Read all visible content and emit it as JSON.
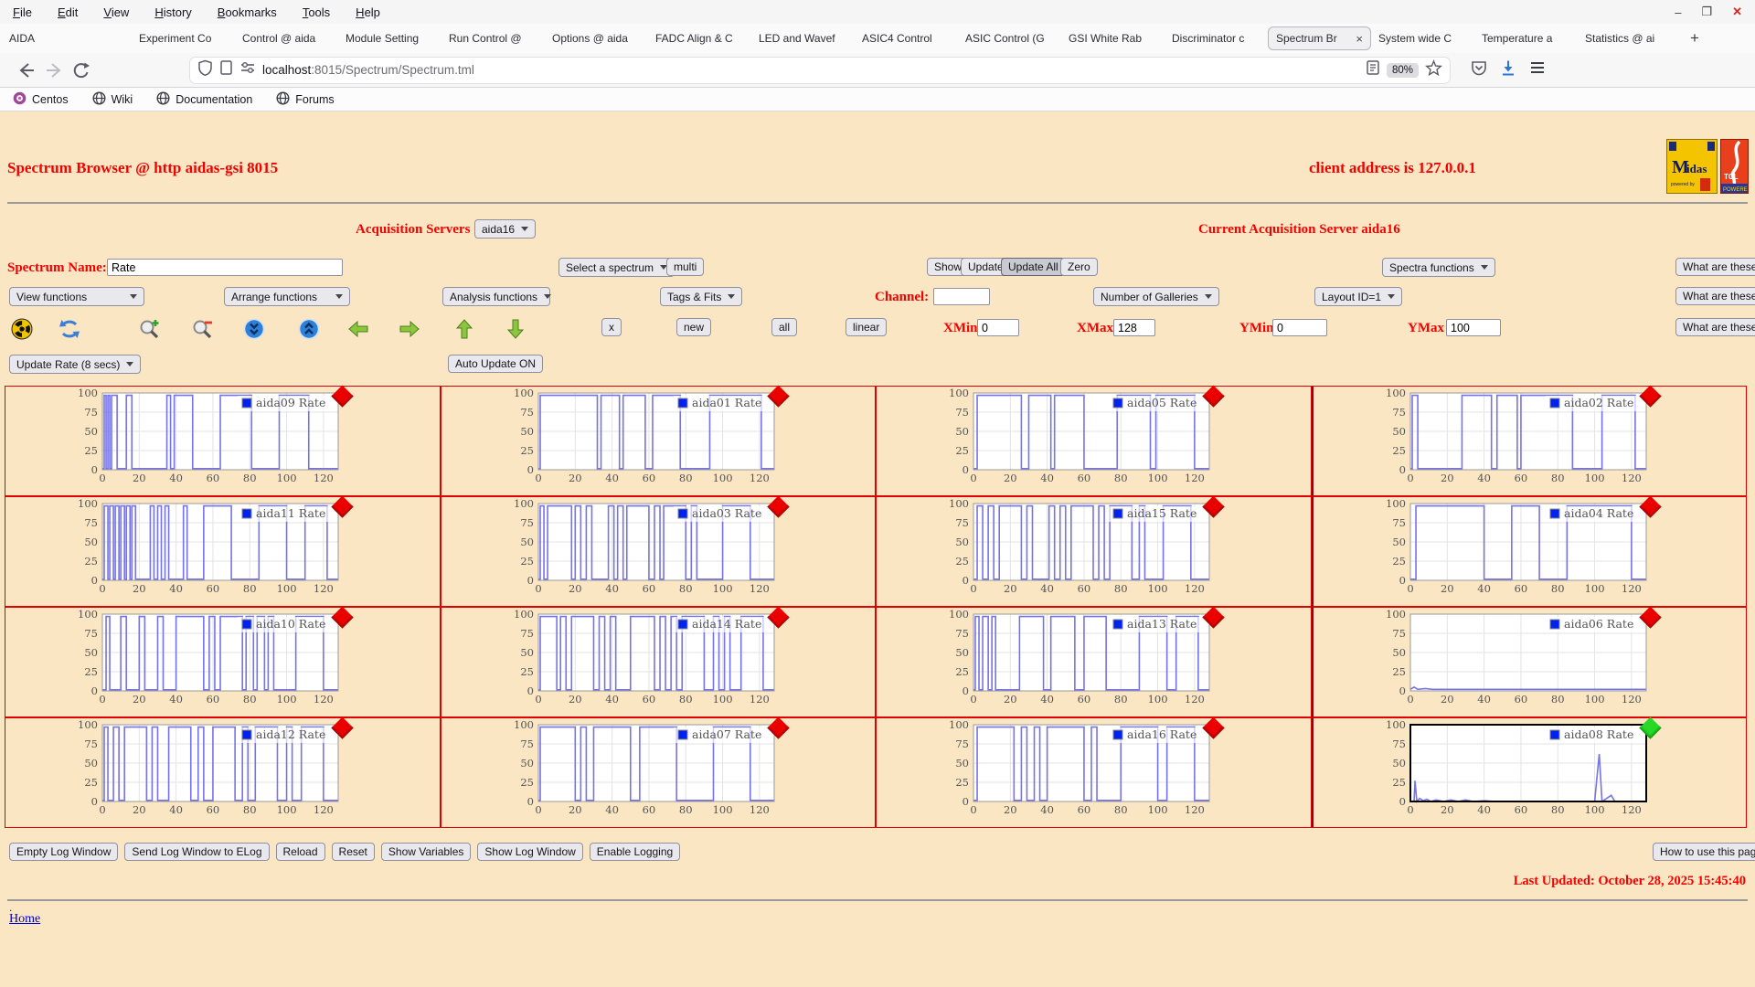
{
  "window": {
    "menus": [
      "File",
      "Edit",
      "View",
      "History",
      "Bookmarks",
      "Tools",
      "Help"
    ],
    "controls": {
      "minimize": "–",
      "restore": "❐",
      "close": "✕"
    }
  },
  "tabs": {
    "items": [
      "AIDA",
      "Experiment Co",
      "Control @ aida",
      "Module Setting",
      "Run Control @",
      "Options @ aida",
      "FADC Align & C",
      "LED and Wavef",
      "ASIC4 Control",
      "ASIC Control (G",
      "GSI White Rab",
      "Discriminator c",
      "Spectrum Br",
      "System wide C",
      "Temperature a",
      "Statistics @ ai"
    ],
    "active_index": 12,
    "close_glyph": "×",
    "new_tab": "+"
  },
  "nav": {
    "url_host": "localhost",
    "url_rest": ":8015/Spectrum/Spectrum.tml",
    "zoom_level": "80%"
  },
  "bookmarks": [
    {
      "label": "Centos",
      "icon": "centos"
    },
    {
      "label": "Wiki",
      "icon": "globe"
    },
    {
      "label": "Documentation",
      "icon": "globe"
    },
    {
      "label": "Forums",
      "icon": "globe"
    }
  ],
  "page": {
    "title": "Spectrum Browser @ http aidas-gsi 8015",
    "client_address": "client address is 127.0.0.1",
    "acq_servers_label": "Acquisition Servers",
    "acq_server_selected": "aida16",
    "current_server": "Current Acquisition Server aida16",
    "spectrum_name_label": "Spectrum Name:",
    "spectrum_name_value": "Rate",
    "select_spectrum": "Select a spectrum",
    "multi": "multi",
    "show": "Show",
    "update": "Update",
    "update_all": "Update All",
    "zero": "Zero",
    "spectra_functions": "Spectra functions",
    "what_are_these": "What are these?",
    "view_functions": "View functions",
    "arrange_functions": "Arrange functions",
    "analysis_functions": "Analysis functions",
    "tags_fits": "Tags & Fits",
    "channel_label": "Channel:",
    "channel_value": "",
    "number_of_galleries": "Number of Galleries",
    "layout_id": "Layout ID=1",
    "x_btn": "x",
    "new_btn": "new",
    "all_btn": "all",
    "linear_btn": "linear",
    "xmin_label": "XMin",
    "xmin_value": "0",
    "xmax_label": "XMax",
    "xmax_value": "128",
    "ymin_label": "YMin",
    "ymin_value": "0",
    "ymax_label": "YMax",
    "ymax_value": "100",
    "update_rate": "Update Rate (8 secs)",
    "auto_update": "Auto Update ON",
    "log_buttons": [
      "Empty Log Window",
      "Send Log Window to ELog",
      "Reload",
      "Reset",
      "Show Variables",
      "Show Log Window",
      "Enable Logging"
    ],
    "how_to": "How to use this page",
    "last_updated": "Last Updated: October 28, 2025 15:45:40",
    "dot": ".",
    "home": "Home",
    "logos": {
      "midas": "Midas",
      "tcl": "TCL",
      "tcl_sub": "POWERED"
    }
  },
  "icons": [
    "radiation-icon",
    "refresh-icon",
    "zoom-in-icon",
    "zoom-out-icon",
    "collapse-icon",
    "expand-icon",
    "arrow-left-icon",
    "arrow-right-icon",
    "arrow-up-icon",
    "arrow-down-icon"
  ],
  "chart_data": {
    "type": "line",
    "x_ticks": [
      0,
      20,
      40,
      60,
      80,
      100,
      120
    ],
    "y_ticks": [
      0,
      25,
      50,
      75,
      100
    ],
    "xlim": [
      0,
      128
    ],
    "ylim": [
      0,
      100
    ],
    "line_color": "#7673e8",
    "legend_suffix": " Rate",
    "high_value": 97,
    "low_value": 1.5,
    "charts": [
      {
        "name": "aida09",
        "marker": "red",
        "style": "square",
        "high": [
          [
            1,
            2
          ],
          [
            3,
            4
          ],
          [
            5,
            8
          ],
          [
            13,
            16
          ],
          [
            35,
            37
          ],
          [
            39,
            49
          ],
          [
            64,
            81
          ],
          [
            96,
            112
          ]
        ]
      },
      {
        "name": "aida01",
        "marker": "red",
        "style": "square",
        "high": [
          [
            1,
            32
          ],
          [
            34,
            44
          ],
          [
            46,
            58
          ],
          [
            62,
            77
          ],
          [
            93,
            121
          ]
        ]
      },
      {
        "name": "aida05",
        "marker": "red",
        "style": "square",
        "high": [
          [
            2,
            26
          ],
          [
            30,
            42
          ],
          [
            44,
            60
          ],
          [
            78,
            96
          ],
          [
            99,
            120
          ]
        ]
      },
      {
        "name": "aida02",
        "marker": "red",
        "style": "square",
        "high": [
          [
            1,
            4
          ],
          [
            28,
            44
          ],
          [
            47,
            58
          ],
          [
            60,
            88
          ],
          [
            104,
            122
          ]
        ]
      },
      {
        "name": "aida11",
        "marker": "red",
        "style": "square",
        "high": [
          [
            1,
            3
          ],
          [
            4,
            6
          ],
          [
            7,
            9
          ],
          [
            10,
            12
          ],
          [
            13,
            15
          ],
          [
            16,
            18
          ],
          [
            26,
            28
          ],
          [
            30,
            32
          ],
          [
            34,
            36
          ],
          [
            44,
            46
          ],
          [
            55,
            70
          ],
          [
            85,
            100
          ],
          [
            110,
            122
          ]
        ]
      },
      {
        "name": "aida03",
        "marker": "red",
        "style": "square",
        "high": [
          [
            1,
            3
          ],
          [
            5,
            18
          ],
          [
            20,
            23
          ],
          [
            26,
            29
          ],
          [
            38,
            41
          ],
          [
            43,
            46
          ],
          [
            48,
            60
          ],
          [
            63,
            66
          ],
          [
            68,
            80
          ],
          [
            83,
            86
          ],
          [
            100,
            115
          ]
        ]
      },
      {
        "name": "aida15",
        "marker": "red",
        "style": "square",
        "high": [
          [
            2,
            5
          ],
          [
            8,
            11
          ],
          [
            14,
            26
          ],
          [
            29,
            32
          ],
          [
            41,
            44
          ],
          [
            47,
            50
          ],
          [
            53,
            65
          ],
          [
            68,
            71
          ],
          [
            74,
            86
          ],
          [
            90,
            93
          ],
          [
            103,
            118
          ]
        ]
      },
      {
        "name": "aida04",
        "marker": "red",
        "style": "square",
        "high": [
          [
            3,
            40
          ],
          [
            55,
            70
          ],
          [
            85,
            120
          ]
        ]
      },
      {
        "name": "aida10",
        "marker": "red",
        "style": "square",
        "high": [
          [
            2,
            4
          ],
          [
            10,
            13
          ],
          [
            20,
            23
          ],
          [
            30,
            33
          ],
          [
            40,
            55
          ],
          [
            58,
            61
          ],
          [
            64,
            76
          ],
          [
            78,
            82
          ],
          [
            84,
            88
          ],
          [
            90,
            93
          ],
          [
            105,
            120
          ]
        ]
      },
      {
        "name": "aida14",
        "marker": "red",
        "style": "square",
        "high": [
          [
            1,
            10
          ],
          [
            12,
            15
          ],
          [
            18,
            30
          ],
          [
            33,
            36
          ],
          [
            39,
            42
          ],
          [
            50,
            63
          ],
          [
            66,
            69
          ],
          [
            72,
            75
          ],
          [
            78,
            90
          ],
          [
            95,
            98
          ],
          [
            101,
            104
          ],
          [
            110,
            122
          ]
        ]
      },
      {
        "name": "aida13",
        "marker": "red",
        "style": "square",
        "high": [
          [
            1,
            3
          ],
          [
            5,
            8
          ],
          [
            10,
            12
          ],
          [
            25,
            38
          ],
          [
            42,
            55
          ],
          [
            60,
            72
          ],
          [
            90,
            105
          ],
          [
            110,
            122
          ]
        ]
      },
      {
        "name": "aida06",
        "marker": "red",
        "style": "points",
        "points": [
          [
            0,
            2
          ],
          [
            2,
            5
          ],
          [
            4,
            2
          ],
          [
            8,
            3
          ],
          [
            12,
            2
          ],
          [
            20,
            2
          ],
          [
            40,
            2
          ],
          [
            70,
            2
          ],
          [
            100,
            2
          ],
          [
            128,
            2
          ]
        ]
      },
      {
        "name": "aida12",
        "marker": "red",
        "style": "square",
        "high": [
          [
            1,
            3
          ],
          [
            6,
            9
          ],
          [
            12,
            24
          ],
          [
            27,
            30
          ],
          [
            36,
            48
          ],
          [
            52,
            55
          ],
          [
            60,
            72
          ],
          [
            76,
            79
          ],
          [
            83,
            95
          ],
          [
            100,
            103
          ],
          [
            108,
            120
          ]
        ]
      },
      {
        "name": "aida07",
        "marker": "red",
        "style": "square",
        "high": [
          [
            1,
            20
          ],
          [
            23,
            26
          ],
          [
            30,
            50
          ],
          [
            55,
            75
          ],
          [
            95,
            115
          ]
        ]
      },
      {
        "name": "aida16",
        "marker": "red",
        "style": "square",
        "high": [
          [
            2,
            22
          ],
          [
            26,
            29
          ],
          [
            33,
            36
          ],
          [
            40,
            60
          ],
          [
            64,
            67
          ],
          [
            80,
            100
          ],
          [
            105,
            120
          ]
        ]
      },
      {
        "name": "aida08",
        "marker": "green",
        "selected": true,
        "style": "points",
        "points": [
          [
            0,
            0
          ],
          [
            2,
            0
          ],
          [
            2.5,
            27
          ],
          [
            3.5,
            0
          ],
          [
            5,
            4
          ],
          [
            7,
            1
          ],
          [
            9,
            3
          ],
          [
            11,
            0
          ],
          [
            14,
            2
          ],
          [
            18,
            0
          ],
          [
            22,
            2
          ],
          [
            26,
            0
          ],
          [
            30,
            2
          ],
          [
            34,
            0
          ],
          [
            40,
            1
          ],
          [
            46,
            0
          ],
          [
            60,
            0
          ],
          [
            80,
            0
          ],
          [
            100,
            0
          ],
          [
            102.5,
            62
          ],
          [
            104,
            0
          ],
          [
            109,
            8
          ],
          [
            111,
            0
          ],
          [
            128,
            0
          ]
        ]
      }
    ]
  }
}
